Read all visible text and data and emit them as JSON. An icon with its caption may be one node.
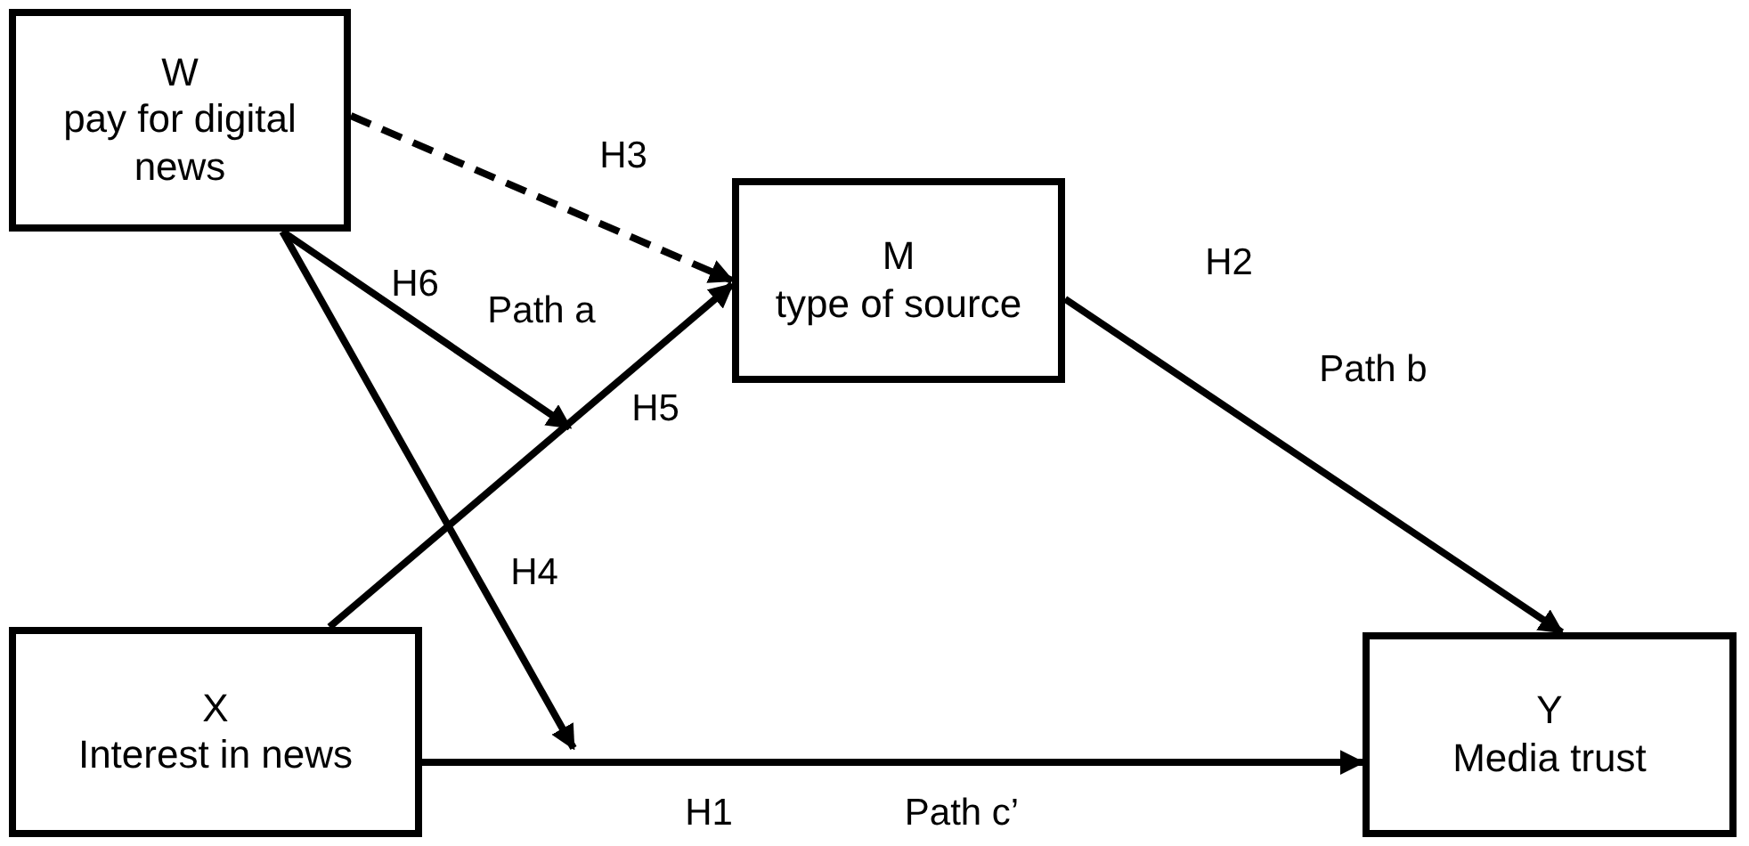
{
  "diagram": {
    "nodes": [
      {
        "text": [
          "W",
          "pay for digital news"
        ]
      },
      {
        "text": [
          "M",
          "type of source"
        ]
      },
      {
        "text": [
          "X",
          "Interest in news"
        ]
      },
      {
        "text": [
          "Y",
          "Media trust"
        ]
      }
    ],
    "edges": [
      {
        "from": 0,
        "to": 1,
        "arrow": "to",
        "label": "H3",
        "style": "dashed"
      },
      {
        "from": 0,
        "to": null,
        "arrow": "to",
        "label": "H6"
      },
      {
        "from": 2,
        "to": 1,
        "arrow": "to",
        "label": "H5"
      },
      {
        "from": 1,
        "to": 3,
        "arrow": "to",
        "label": "H2"
      },
      {
        "from": 0,
        "to": null,
        "arrow": "to",
        "label": "H4"
      },
      {
        "from": 2,
        "to": 3,
        "arrow": "to",
        "label": "H1"
      }
    ],
    "labels": [
      "Path a",
      "Path b",
      "Path c’"
    ]
  }
}
